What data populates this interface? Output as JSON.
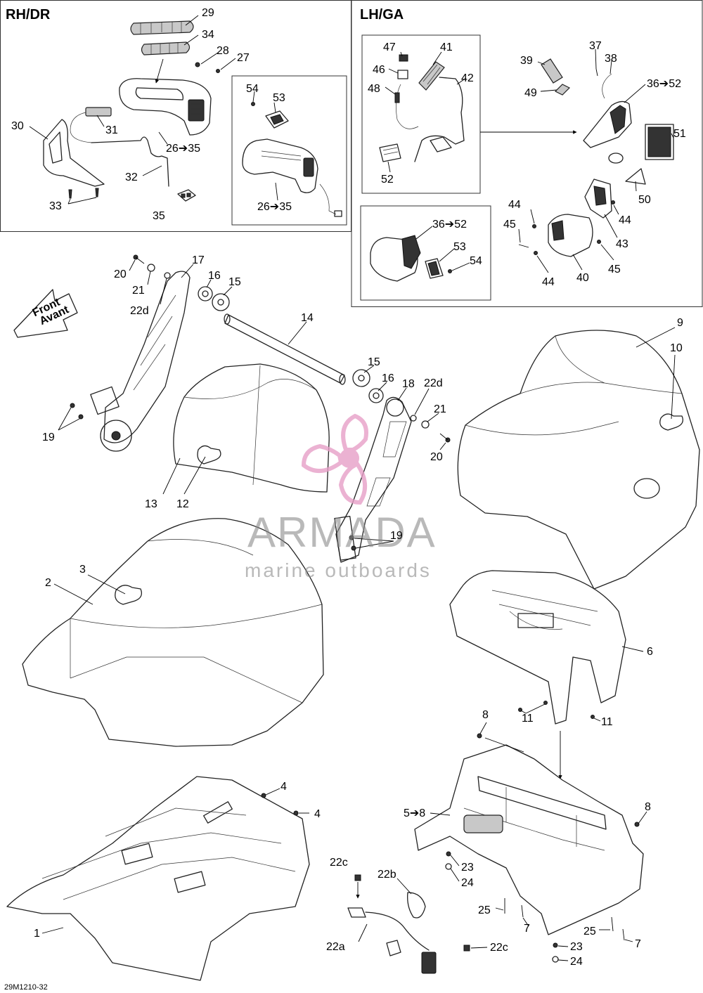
{
  "panels": {
    "rh_title": "RH/DR",
    "lh_title": "LH/GA"
  },
  "front_arrow": {
    "line1": "Front",
    "line2": "Avant"
  },
  "watermark": {
    "brand": "ARMADA",
    "tagline": "marine outboards"
  },
  "reference_code": "29M1210-32",
  "callouts": {
    "c29": "29",
    "c34": "34",
    "c28": "28",
    "c27": "27",
    "c30": "30",
    "c31": "31",
    "c26_35_a": "26➔35",
    "c32": "32",
    "c33": "33",
    "c35": "35",
    "c54_a": "54",
    "c53_a": "53",
    "c26_35_b": "26➔35",
    "c47": "47",
    "c41": "41",
    "c46": "46",
    "c42": "42",
    "c48": "48",
    "c52": "52",
    "c39": "39",
    "c37": "37",
    "c38": "38",
    "c49": "49",
    "c36_52_a": "36➔52",
    "c51": "51",
    "c50": "50",
    "c44_a": "44",
    "c45_a": "45",
    "c44_b": "44",
    "c43": "43",
    "c45_b": "45",
    "c44_c": "44",
    "c40": "40",
    "c36_52_b": "36➔52",
    "c53_b": "53",
    "c54_b": "54",
    "c20_a": "20",
    "c21_a": "21",
    "c22d_a": "22d",
    "c17": "17",
    "c16_a": "16",
    "c15_a": "15",
    "c14": "14",
    "c15_b": "15",
    "c16_b": "16",
    "c18": "18",
    "c22d_b": "22d",
    "c21_b": "21",
    "c20_b": "20",
    "c19_a": "19",
    "c13": "13",
    "c12": "12",
    "c19_b": "19",
    "c9": "9",
    "c10": "10",
    "c3": "3",
    "c2": "2",
    "c6": "6",
    "c11_a": "11",
    "c11_b": "11",
    "c8_a": "8",
    "c5_8": "5➔8",
    "c8_b": "8",
    "c4_a": "4",
    "c4_b": "4",
    "c1": "1",
    "c22c_a": "22c",
    "c22b": "22b",
    "c22a": "22a",
    "c22c_b": "22c",
    "c23_a": "23",
    "c24_a": "24",
    "c25_a": "25",
    "c7_a": "7",
    "c25_b": "25",
    "c7_b": "7",
    "c23_b": "23",
    "c24_b": "24"
  }
}
